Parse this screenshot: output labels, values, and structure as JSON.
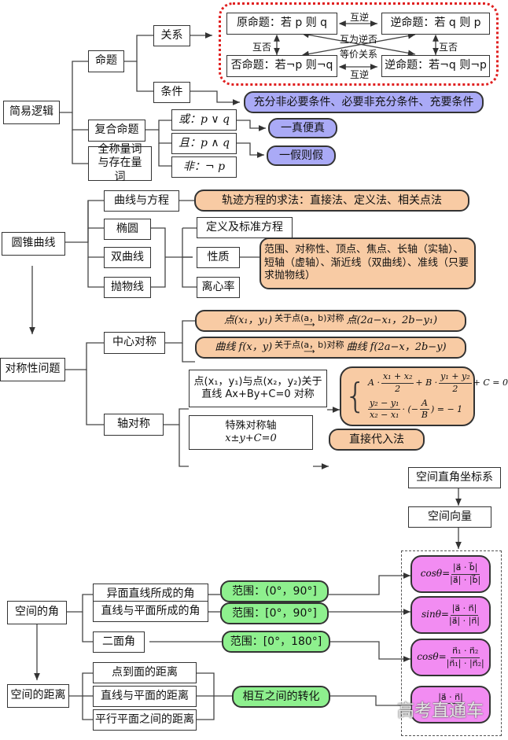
{
  "section1": {
    "root": "简易逻辑",
    "proposition": "命题",
    "relation": "关系",
    "condition": "条件",
    "compound": "复合命题",
    "quantifier": "全称量词与存在量词",
    "or": "或：p ∨ q",
    "and": "且：p ∧ q",
    "not": "非：¬ p",
    "condition_types": "充分非必要条件、必要非充分条件、充要条件",
    "or_rule": "一真便真",
    "and_rule": "一假则假",
    "four_forms": {
      "original": "原命题：若 p 则 q",
      "converse": "逆命题：若 q 则 p",
      "inverse": "否命题：若¬p 则¬q",
      "contrapositive": "逆命题：若¬q 则¬p",
      "label_converse_top": "互逆",
      "label_converse_bottom": "互逆",
      "label_negation_left": "互否",
      "label_negation_right": "互否",
      "label_contrapositive": "互为逆否",
      "label_equivalent": "等价关系"
    }
  },
  "section2": {
    "root": "圆锥曲线",
    "curve_equation": "曲线与方程",
    "trajectory_methods": "轨迹方程的求法：直接法、定义法、相关点法",
    "ellipse": "椭圆",
    "hyperbola": "双曲线",
    "parabola": "抛物线",
    "definition": "定义及标准方程",
    "property": "性质",
    "eccentricity": "离心率",
    "property_detail": "范围、对称性、顶点、焦点、长轴（实轴）、短轴（虚轴）、渐近线（双曲线）、准线（只要求抛物线）"
  },
  "section3": {
    "root": "对称性问题",
    "central": "中心对称",
    "axial": "轴对称",
    "point_rule_left": "点(x₁，y₁)",
    "point_rule_arrow": "关于点(a，b)对称",
    "point_rule_right": "点(2a−x₁，2b−y₁)",
    "curve_rule_left": "曲线 f(x，y)",
    "curve_rule_arrow": "关于点(a，b)对称",
    "curve_rule_right": "曲线 f(2a−x，2b−y)",
    "line_sym_line1": "点(x₁，y₁)与点(x₂，y₂)关于",
    "line_sym_line2": "直线 Ax+By+C=0 对称",
    "system_eq1_a": "A ·",
    "system_eq1_frac1_num": "x₁ + x₂",
    "system_eq1_frac1_den": "2",
    "system_eq1_b": "+ B ·",
    "system_eq1_frac2_num": "y₁ + y₂",
    "system_eq1_frac2_den": "2",
    "system_eq1_c": "+ C = 0",
    "system_eq2_frac_num": "y₂ − y₁",
    "system_eq2_frac_den": "x₂ − x₁",
    "system_eq2_mid": "· (−",
    "system_eq2_frac2_num": "A",
    "system_eq2_frac2_den": "B",
    "system_eq2_end": ") = − 1",
    "special_axis_line1": "特殊对称轴",
    "special_axis_line2": "x±y+C=0",
    "direct_sub": "直接代入法"
  },
  "section4": {
    "coord_system": "空间直角坐标系",
    "space_vector": "空间向量",
    "angle_root": "空间的角",
    "distance_root": "空间的距离",
    "skew_angle": "异面直线所成的角",
    "line_plane_angle": "直线与平面所成的角",
    "dihedral": "二面角",
    "range_skew": "范围：(0°，90°]",
    "range_line_plane": "范围：[0°，90°]",
    "range_dihedral": "范围：[0°，180°]",
    "point_plane_dist": "点到面的距离",
    "line_plane_dist": "直线与平面的距离",
    "plane_plane_dist": "平行平面之间的距离",
    "mutual_transform": "相互之间的转化",
    "formula_skew_lhs": "cosθ=",
    "formula_skew_num": "|a⃗ · b⃗|",
    "formula_skew_den": "|a⃗| · |b⃗|",
    "formula_lp_lhs": "sinθ=",
    "formula_lp_num": "|a⃗ · n⃗|",
    "formula_lp_den": "|a⃗| · |n⃗|",
    "formula_dih_lhs": "cosθ=",
    "formula_dih_num": "n⃗₁ · n⃗₂",
    "formula_dih_den": "|n⃗₁| · |n⃗₂|",
    "formula_dist_num": "|a⃗ · n⃗|"
  },
  "watermark": "高考直通车",
  "colors": {
    "purple": "#aaaaf6",
    "peach": "#f8cba4",
    "green": "#8ef08e",
    "pink": "#f28cf2",
    "dotted_border": "#e02020"
  }
}
